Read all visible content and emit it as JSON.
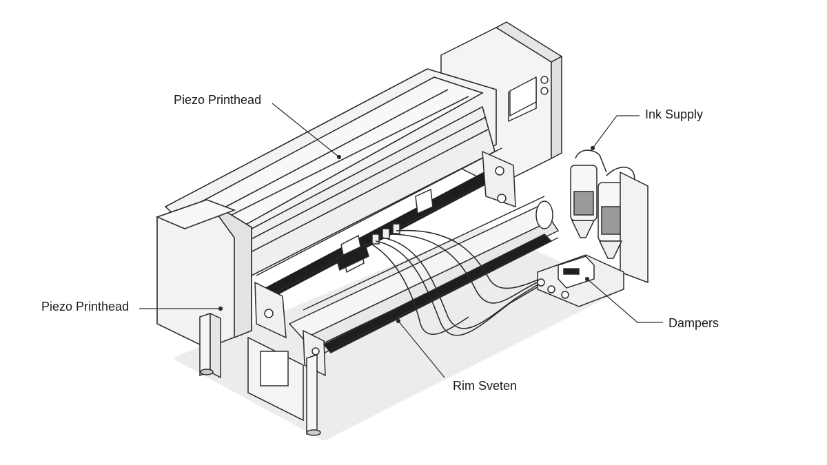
{
  "labels": {
    "piezo_printhead_top": "Piezo Printhead",
    "piezo_printhead_left": "Piezo Printhead",
    "ink_supply": "Ink Supply",
    "dampers": "Dampers",
    "rim_system": "Rim Sveten"
  },
  "colors": {
    "line": "#2b2b2b",
    "body_fill": "#f2f2f2",
    "body_shade": "#e4e4e4",
    "rail_dark": "#1e1e1e",
    "ink_fill": "#9a9a9a",
    "shadow": "#e9e9e9"
  }
}
